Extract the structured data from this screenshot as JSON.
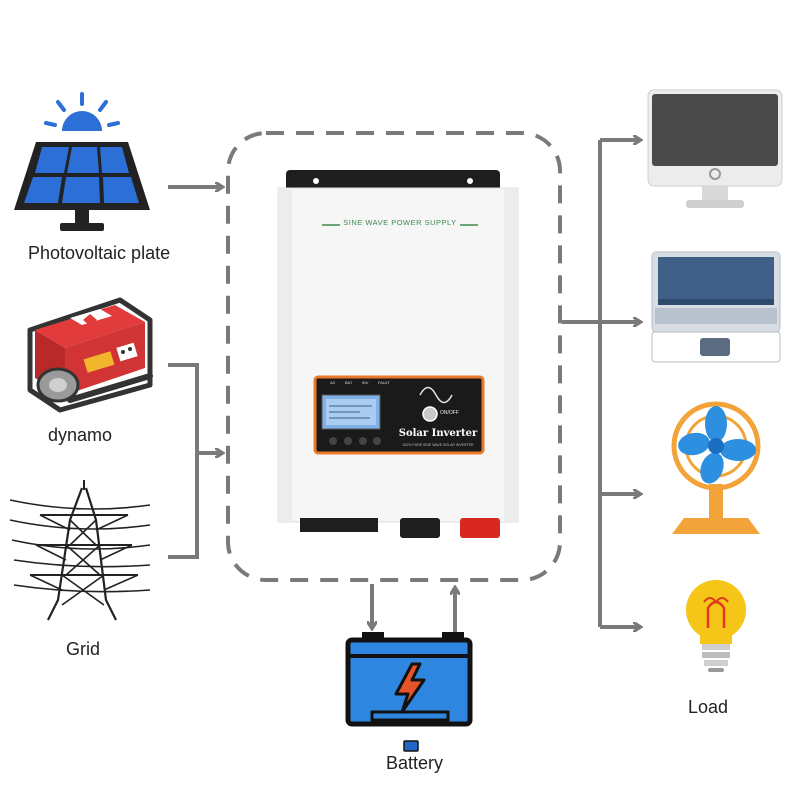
{
  "sources": {
    "photovoltaic_label": "Photovoltaic plate",
    "dynamo_label": "dynamo",
    "grid_label": "Grid"
  },
  "inverter": {
    "header_text": "SINE WAVE POWER SUPPLY",
    "panel_title": "Solar Inverter",
    "panel_subtitle": "100% PURE SINE WAVE SOLAR INVERTER",
    "onoff_label": "ON/OFF",
    "indicators": [
      "AC",
      "BAT",
      "INV",
      "FAULT"
    ]
  },
  "battery": {
    "label": "Battery"
  },
  "load": {
    "label": "Load",
    "devices": [
      "monitor-icon",
      "laptop-icon",
      "fan-icon",
      "lightbulb-icon"
    ]
  },
  "colors": {
    "arrow": "#7a7a7a",
    "dashed_box": "#7a7a7a",
    "panel_orange": "#e87a2a",
    "battery_blue": "#2f86e0",
    "solar_blue": "#2c6fd6",
    "generator_red": "#e23b3b",
    "bulb_yellow": "#f5c518",
    "fan_blue": "#2c8fe0",
    "fan_orange": "#f2a33a"
  }
}
